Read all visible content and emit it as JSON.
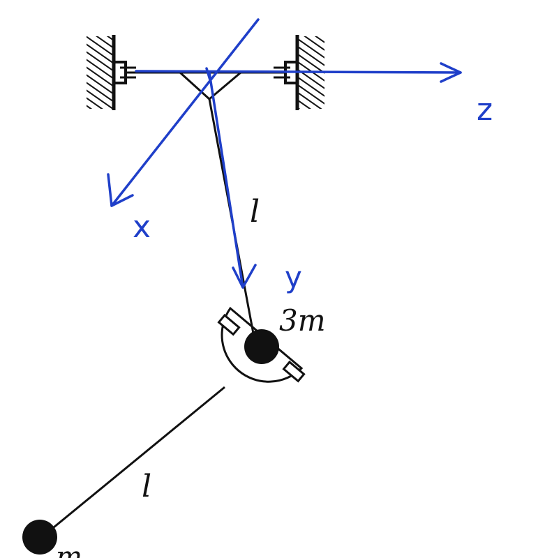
{
  "labels": {
    "upper_rod_length": "l",
    "lower_rod_length": "l",
    "upper_mass": "3m",
    "lower_mass": "m",
    "axis_x": "x",
    "axis_y": "y",
    "axis_z": "z"
  },
  "colors": {
    "ink": "#111111",
    "annotation": "#1f3fc9",
    "background": "#ffffff"
  }
}
